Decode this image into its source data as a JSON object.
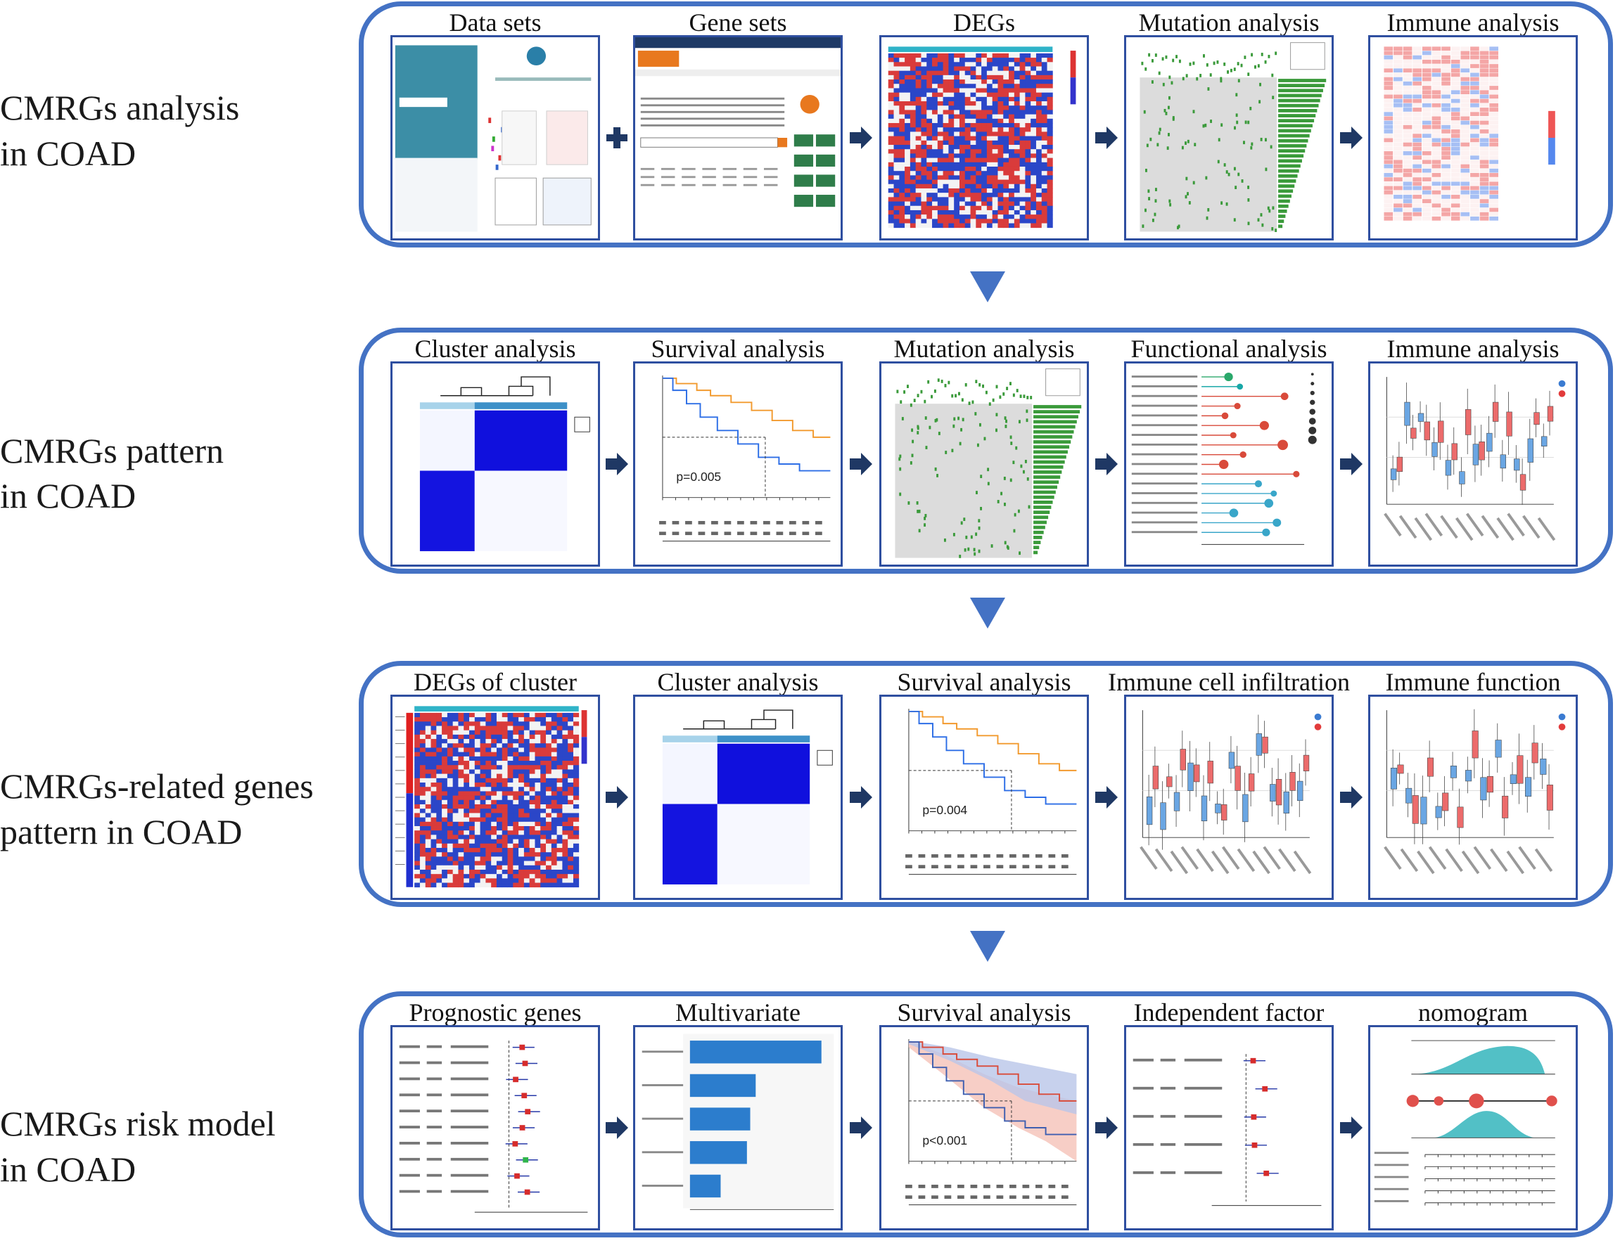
{
  "colors": {
    "frame": "#4472c4",
    "panel_border": "#2f4fa0",
    "arrow": "#1f3864",
    "heat_red": "#d93b3b",
    "heat_blue": "#2b46c8",
    "green": "#3a9a3a",
    "orange": "#f29a2e"
  },
  "rows": [
    {
      "label": "CMRGs analysis\nin COAD",
      "panels": [
        {
          "title": "Data sets",
          "icon": "website-screenshot-icon"
        },
        {
          "title": "Gene sets",
          "icon": "website-screenshot-icon"
        },
        {
          "title": "DEGs",
          "icon": "heatmap-icon"
        },
        {
          "title": "Mutation analysis",
          "icon": "oncoplot-icon"
        },
        {
          "title": "Immune analysis",
          "icon": "correlation-heatmap-icon"
        }
      ],
      "connectors": [
        "plus",
        "arrow",
        "arrow",
        "arrow"
      ]
    },
    {
      "label": "CMRGs pattern\nin COAD",
      "panels": [
        {
          "title": "Cluster analysis",
          "icon": "consensus-matrix-icon"
        },
        {
          "title": "Survival analysis",
          "icon": "km-curve-icon",
          "pvalue": "p=0.005"
        },
        {
          "title": "Mutation analysis",
          "icon": "oncoplot-icon"
        },
        {
          "title": "Functional analysis",
          "icon": "lollipop-plot-icon"
        },
        {
          "title": "Immune analysis",
          "icon": "boxplot-icon"
        }
      ],
      "connectors": [
        "arrow",
        "arrow",
        "arrow",
        "arrow"
      ]
    },
    {
      "label": "CMRGs-related genes\npattern in COAD",
      "panels": [
        {
          "title": "DEGs of cluster",
          "icon": "heatmap-icon"
        },
        {
          "title": "Cluster analysis",
          "icon": "consensus-matrix-icon"
        },
        {
          "title": "Survival analysis",
          "icon": "km-curve-icon",
          "pvalue": "p=0.004"
        },
        {
          "title": "Immune cell infiltration",
          "icon": "boxplot-icon"
        },
        {
          "title": "Immune function",
          "icon": "boxplot-icon"
        }
      ],
      "connectors": [
        "arrow",
        "arrow",
        "arrow",
        "arrow"
      ]
    },
    {
      "label": "CMRGs  risk  model\nin COAD",
      "panels": [
        {
          "title": "Prognostic genes",
          "icon": "forest-plot-icon"
        },
        {
          "title": "Multivariate",
          "icon": "bar-chart-icon"
        },
        {
          "title": "Survival analysis",
          "icon": "km-curve-icon",
          "pvalue": "p<0.001"
        },
        {
          "title": "Independent factor",
          "icon": "forest-plot-icon"
        },
        {
          "title": "nomogram",
          "icon": "nomogram-icon"
        }
      ],
      "connectors": [
        "arrow",
        "arrow",
        "arrow",
        "arrow"
      ]
    }
  ]
}
